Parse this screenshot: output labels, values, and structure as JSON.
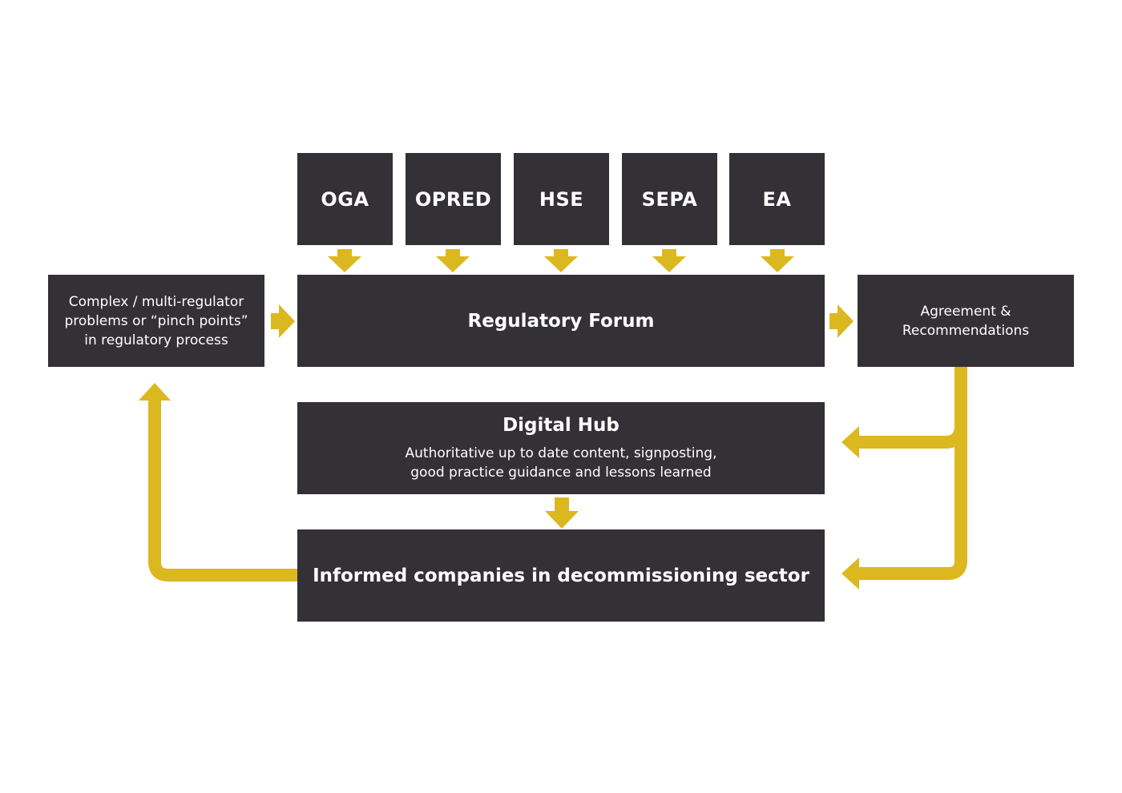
{
  "regulators": [
    {
      "label": "OGA"
    },
    {
      "label": "OPRED"
    },
    {
      "label": "HSE"
    },
    {
      "label": "SEPA"
    },
    {
      "label": "EA"
    }
  ],
  "problems": {
    "text": "Complex / multi-regulator\nproblems or “pinch points”\nin regulatory process"
  },
  "forum": {
    "title": "Regulatory Forum"
  },
  "agreement": {
    "text": "Agreement &\nRecommendations"
  },
  "hub": {
    "title": "Digital Hub",
    "description": "Authoritative up to date content, signposting,\ngood practice guidance and lessons learned"
  },
  "informed": {
    "title": "Informed companies in decommissioning sector"
  },
  "colors": {
    "box": "#333036",
    "arrow": "#dcb820",
    "text": "#ffffff",
    "background": "#ffffff"
  }
}
